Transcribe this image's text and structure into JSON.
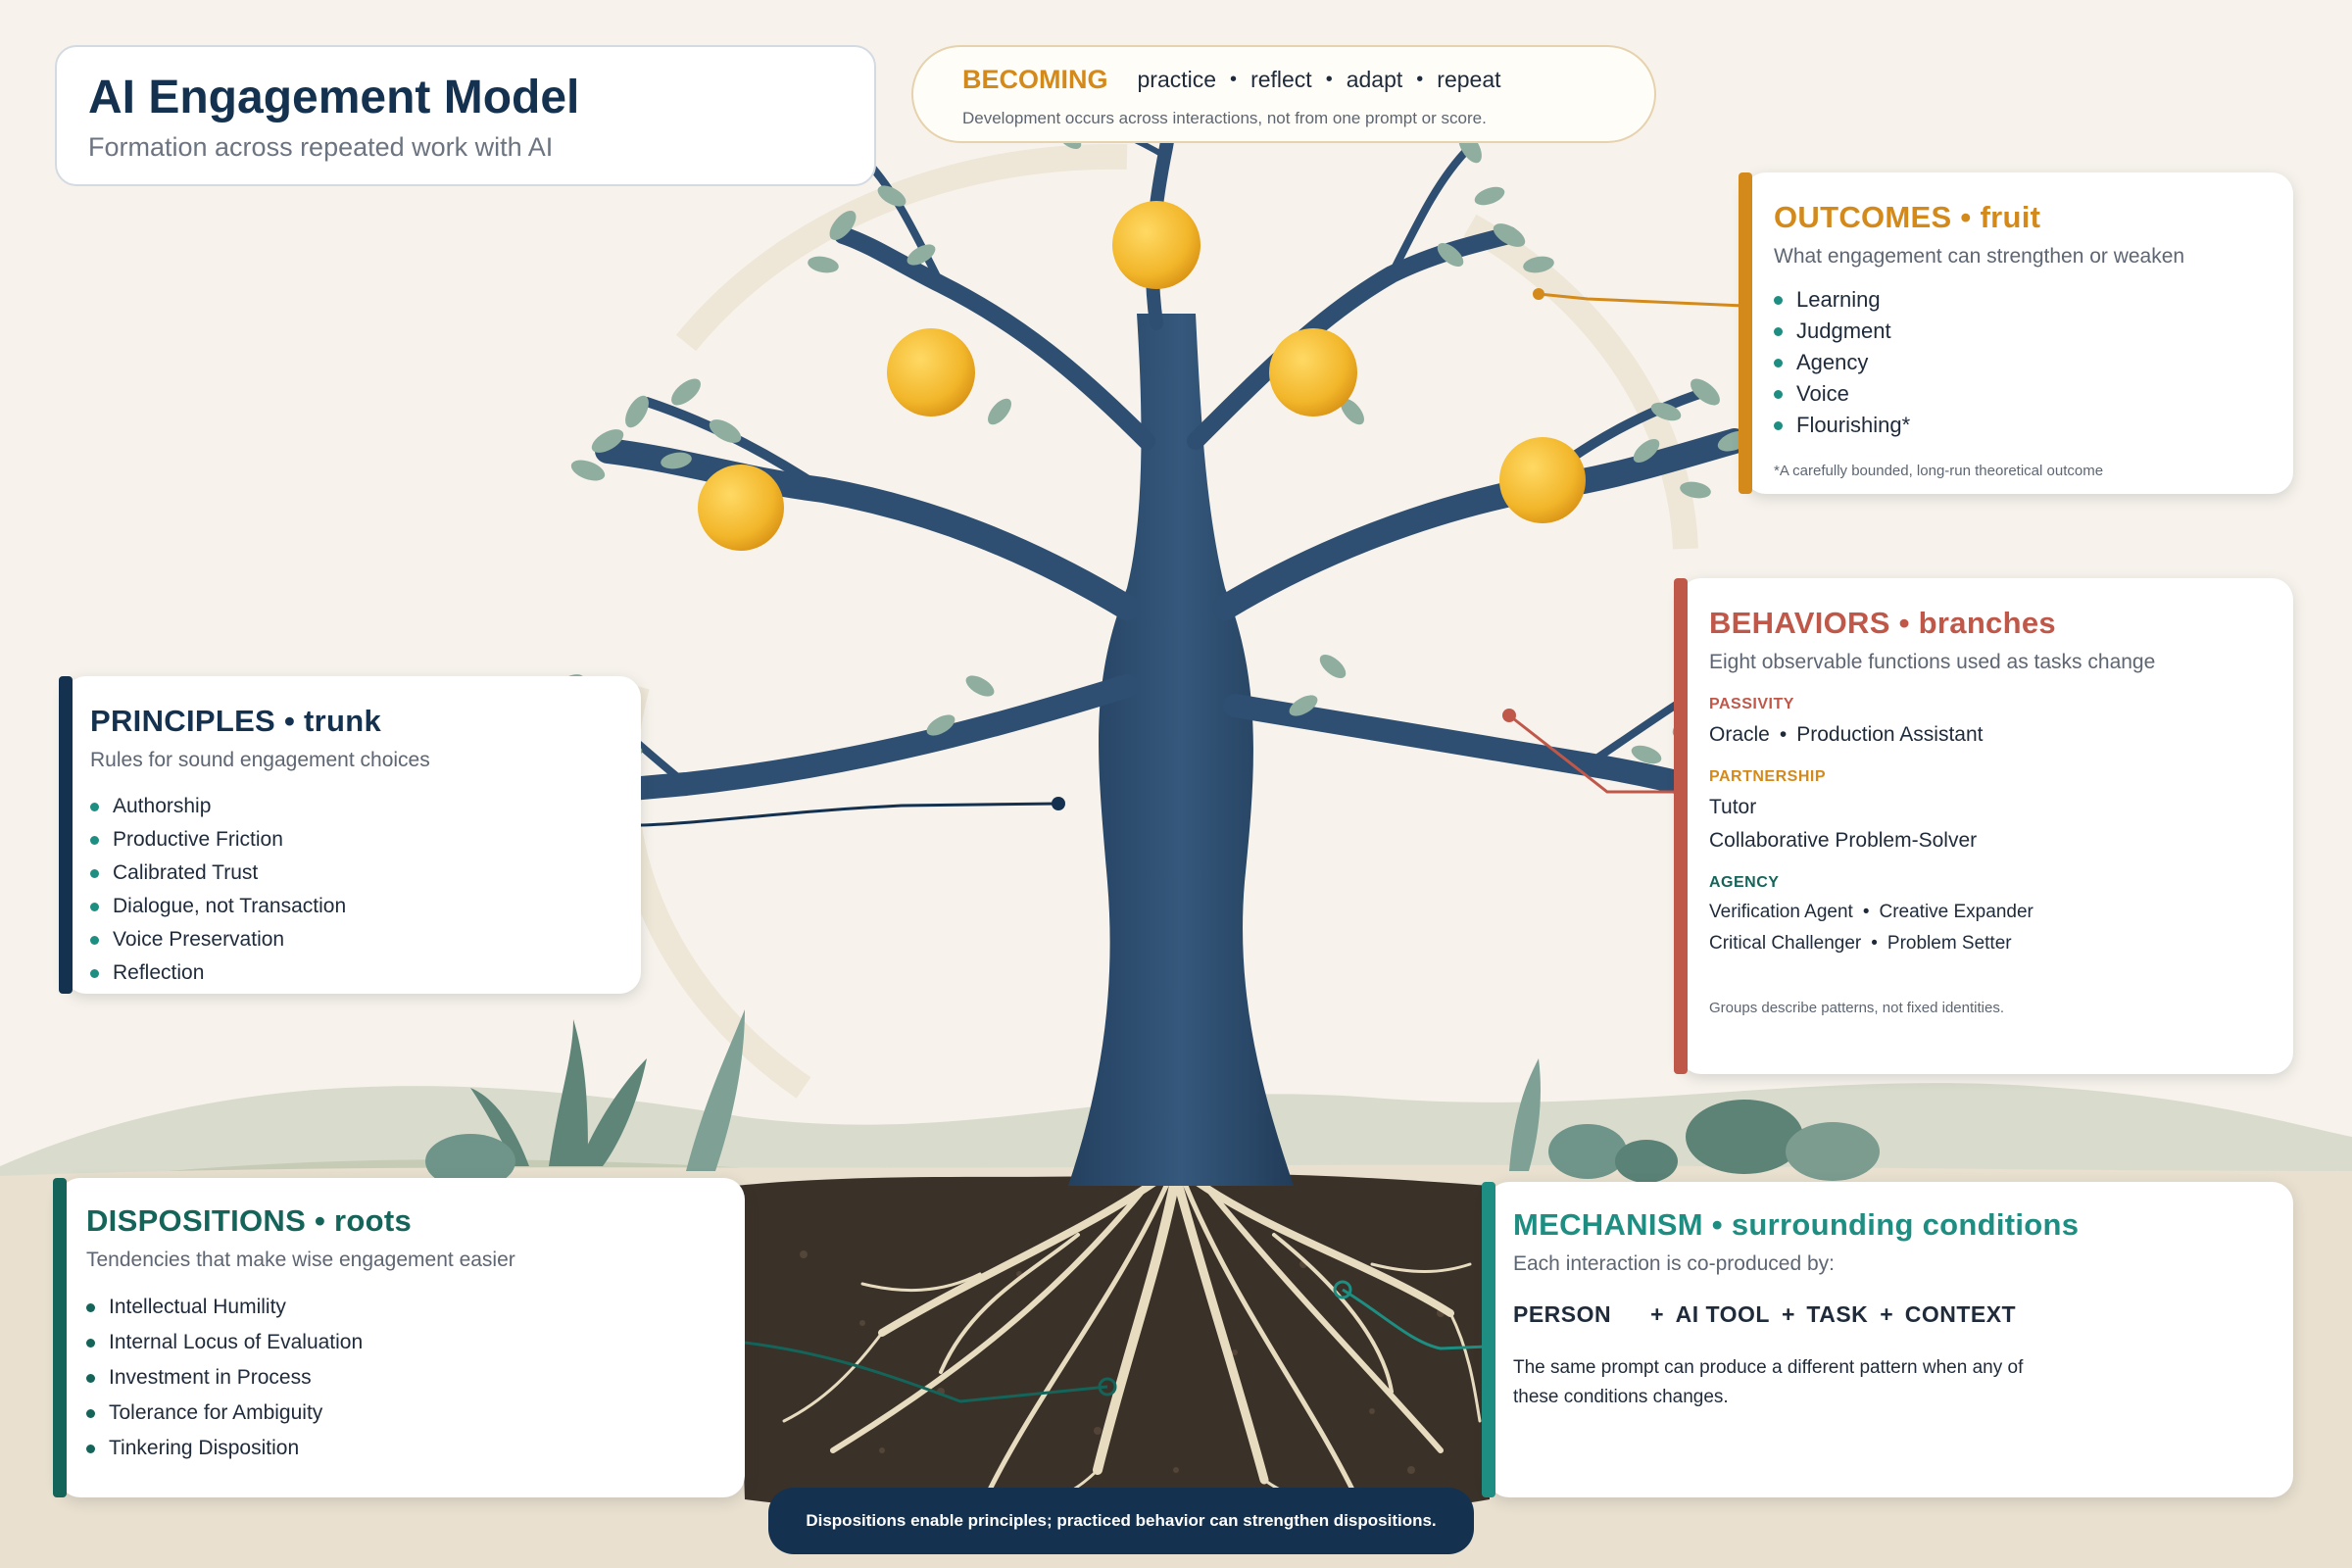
{
  "title": {
    "heading": "AI Engagement Model",
    "subtitle": "Formation across repeated work with AI"
  },
  "becoming": {
    "label": "BECOMING",
    "cycle": [
      "practice",
      "reflect",
      "adapt",
      "repeat"
    ],
    "note": "Development occurs across interactions, not from one prompt or score."
  },
  "outcomes": {
    "title": "OUTCOMES  •  fruit",
    "subtitle": "What engagement can strengthen or weaken",
    "items": [
      "Learning",
      "Judgment",
      "Agency",
      "Voice",
      "Flourishing*"
    ],
    "footnote": "*A carefully bounded, long-run theoretical outcome"
  },
  "behaviors": {
    "title": "BEHAVIORS  •  branches",
    "subtitle": "Eight observable functions used as tasks change",
    "groups": {
      "passivity": {
        "label": "PASSIVITY",
        "line1_a": "Oracle",
        "line1_b": "Production Assistant"
      },
      "partnership": {
        "label": "PARTNERSHIP",
        "line1": "Tutor",
        "line2": "Collaborative Problem-Solver"
      },
      "agency": {
        "label": "AGENCY",
        "line1_a": "Verification Agent",
        "line1_b": "Creative Expander",
        "line2_a": "Critical Challenger",
        "line2_b": "Problem Setter"
      }
    },
    "footnote": "Groups describe patterns, not fixed identities."
  },
  "principles": {
    "title": "PRINCIPLES  •  trunk",
    "subtitle": "Rules for sound engagement choices",
    "items": [
      "Authorship",
      "Productive Friction",
      "Calibrated Trust",
      "Dialogue, not Transaction",
      "Voice Preservation",
      "Reflection"
    ]
  },
  "dispositions": {
    "title": "DISPOSITIONS  •  roots",
    "subtitle": "Tendencies that make wise engagement easier",
    "items": [
      "Intellectual Humility",
      "Internal Locus of Evaluation",
      "Investment in Process",
      "Tolerance for Ambiguity",
      "Tinkering Disposition"
    ]
  },
  "mechanism": {
    "title": "MECHANISM  •  surrounding conditions",
    "subtitle": "Each interaction is co-produced by:",
    "factors": [
      "PERSON",
      "AI TOOL",
      "TASK",
      "CONTEXT"
    ],
    "note": "The same prompt can produce a different pattern when any of these conditions changes."
  },
  "banner": "Dispositions enable principles; practiced behavior can strengthen dispositions.",
  "colors": {
    "navy": "#14324f",
    "gold": "#d48a1b",
    "coral": "#c0584a",
    "teal": "#1e8e82",
    "deep_teal": "#14645a",
    "trunk": "#2f4f72",
    "fruit": "#f2b62a",
    "leaf": "#8fae9f",
    "soil": "#3a3128",
    "root": "#e8dcc0"
  },
  "icons": [
    "tree-illustration",
    "fruit-icon",
    "leaf-icon",
    "root-icon",
    "hill-icon"
  ]
}
